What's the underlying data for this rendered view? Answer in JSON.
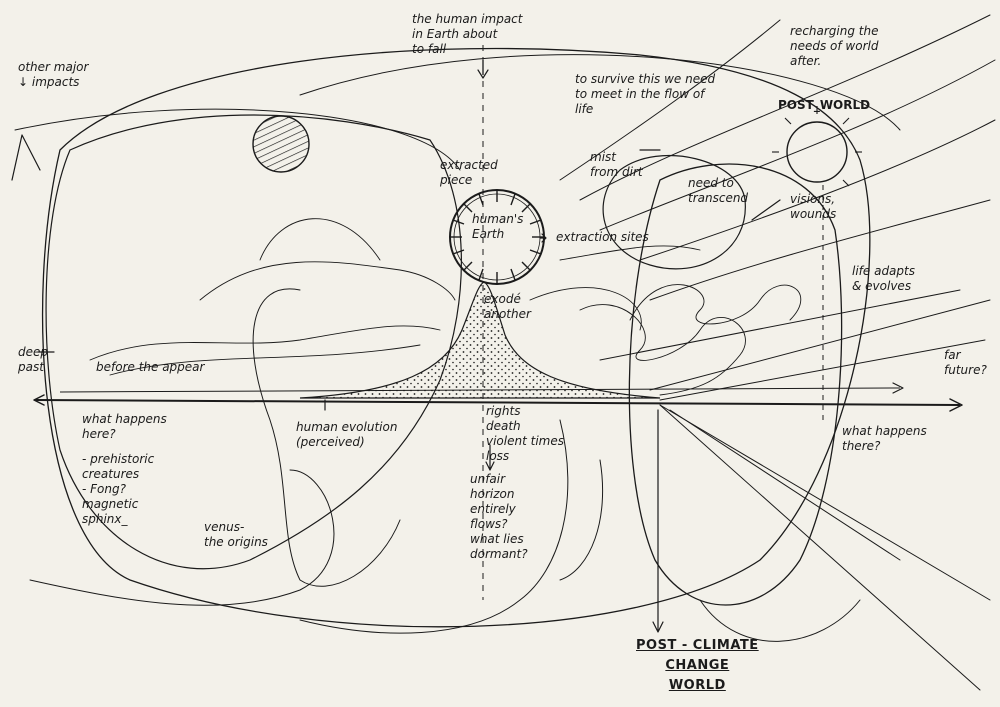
{
  "labels": {
    "top_center": "the human impact\nin Earth about\nto fall",
    "top_left": "other major\n↓ impacts",
    "top_right": "recharging the\nneeds of world\nafter.",
    "survive_note": "to survive this we need\nto meet in the flow of\nlife",
    "post_world": "POST_WORLD",
    "extracted_piece": "extracted\npiece",
    "humans_earth": "human's\nEarth",
    "extraction_sites": "extraction sites",
    "mist": "mist\nfrom dirt",
    "need_transcend": "need to\ntranscend",
    "visions": "visions,\nwounds",
    "deep_past": "deep\npast",
    "before_appear": "before the appear",
    "what_happens_left": "what happens\nhere?",
    "prehistoric": "- prehistoric\ncreatures\n- Fong?\nmagnetic\nsphinx_",
    "origins": "venus-\nthe origins",
    "human_evolution": "human evolution\n(perceived)",
    "peak_note": "exodé\nanother",
    "rights_note": "rights\ndeath\nviolent times\nloss",
    "questions_note": "unfair\nhorizon\nentirely\nflows?\nwhat lies\ndormant?",
    "life_adapts": "life adapts\n& evolves",
    "far_future": "far\nfuture?",
    "what_happens_right": "what happens\nthere?",
    "post_climate": "POST - CLIMATE\nCHANGE\nWORLD"
  }
}
